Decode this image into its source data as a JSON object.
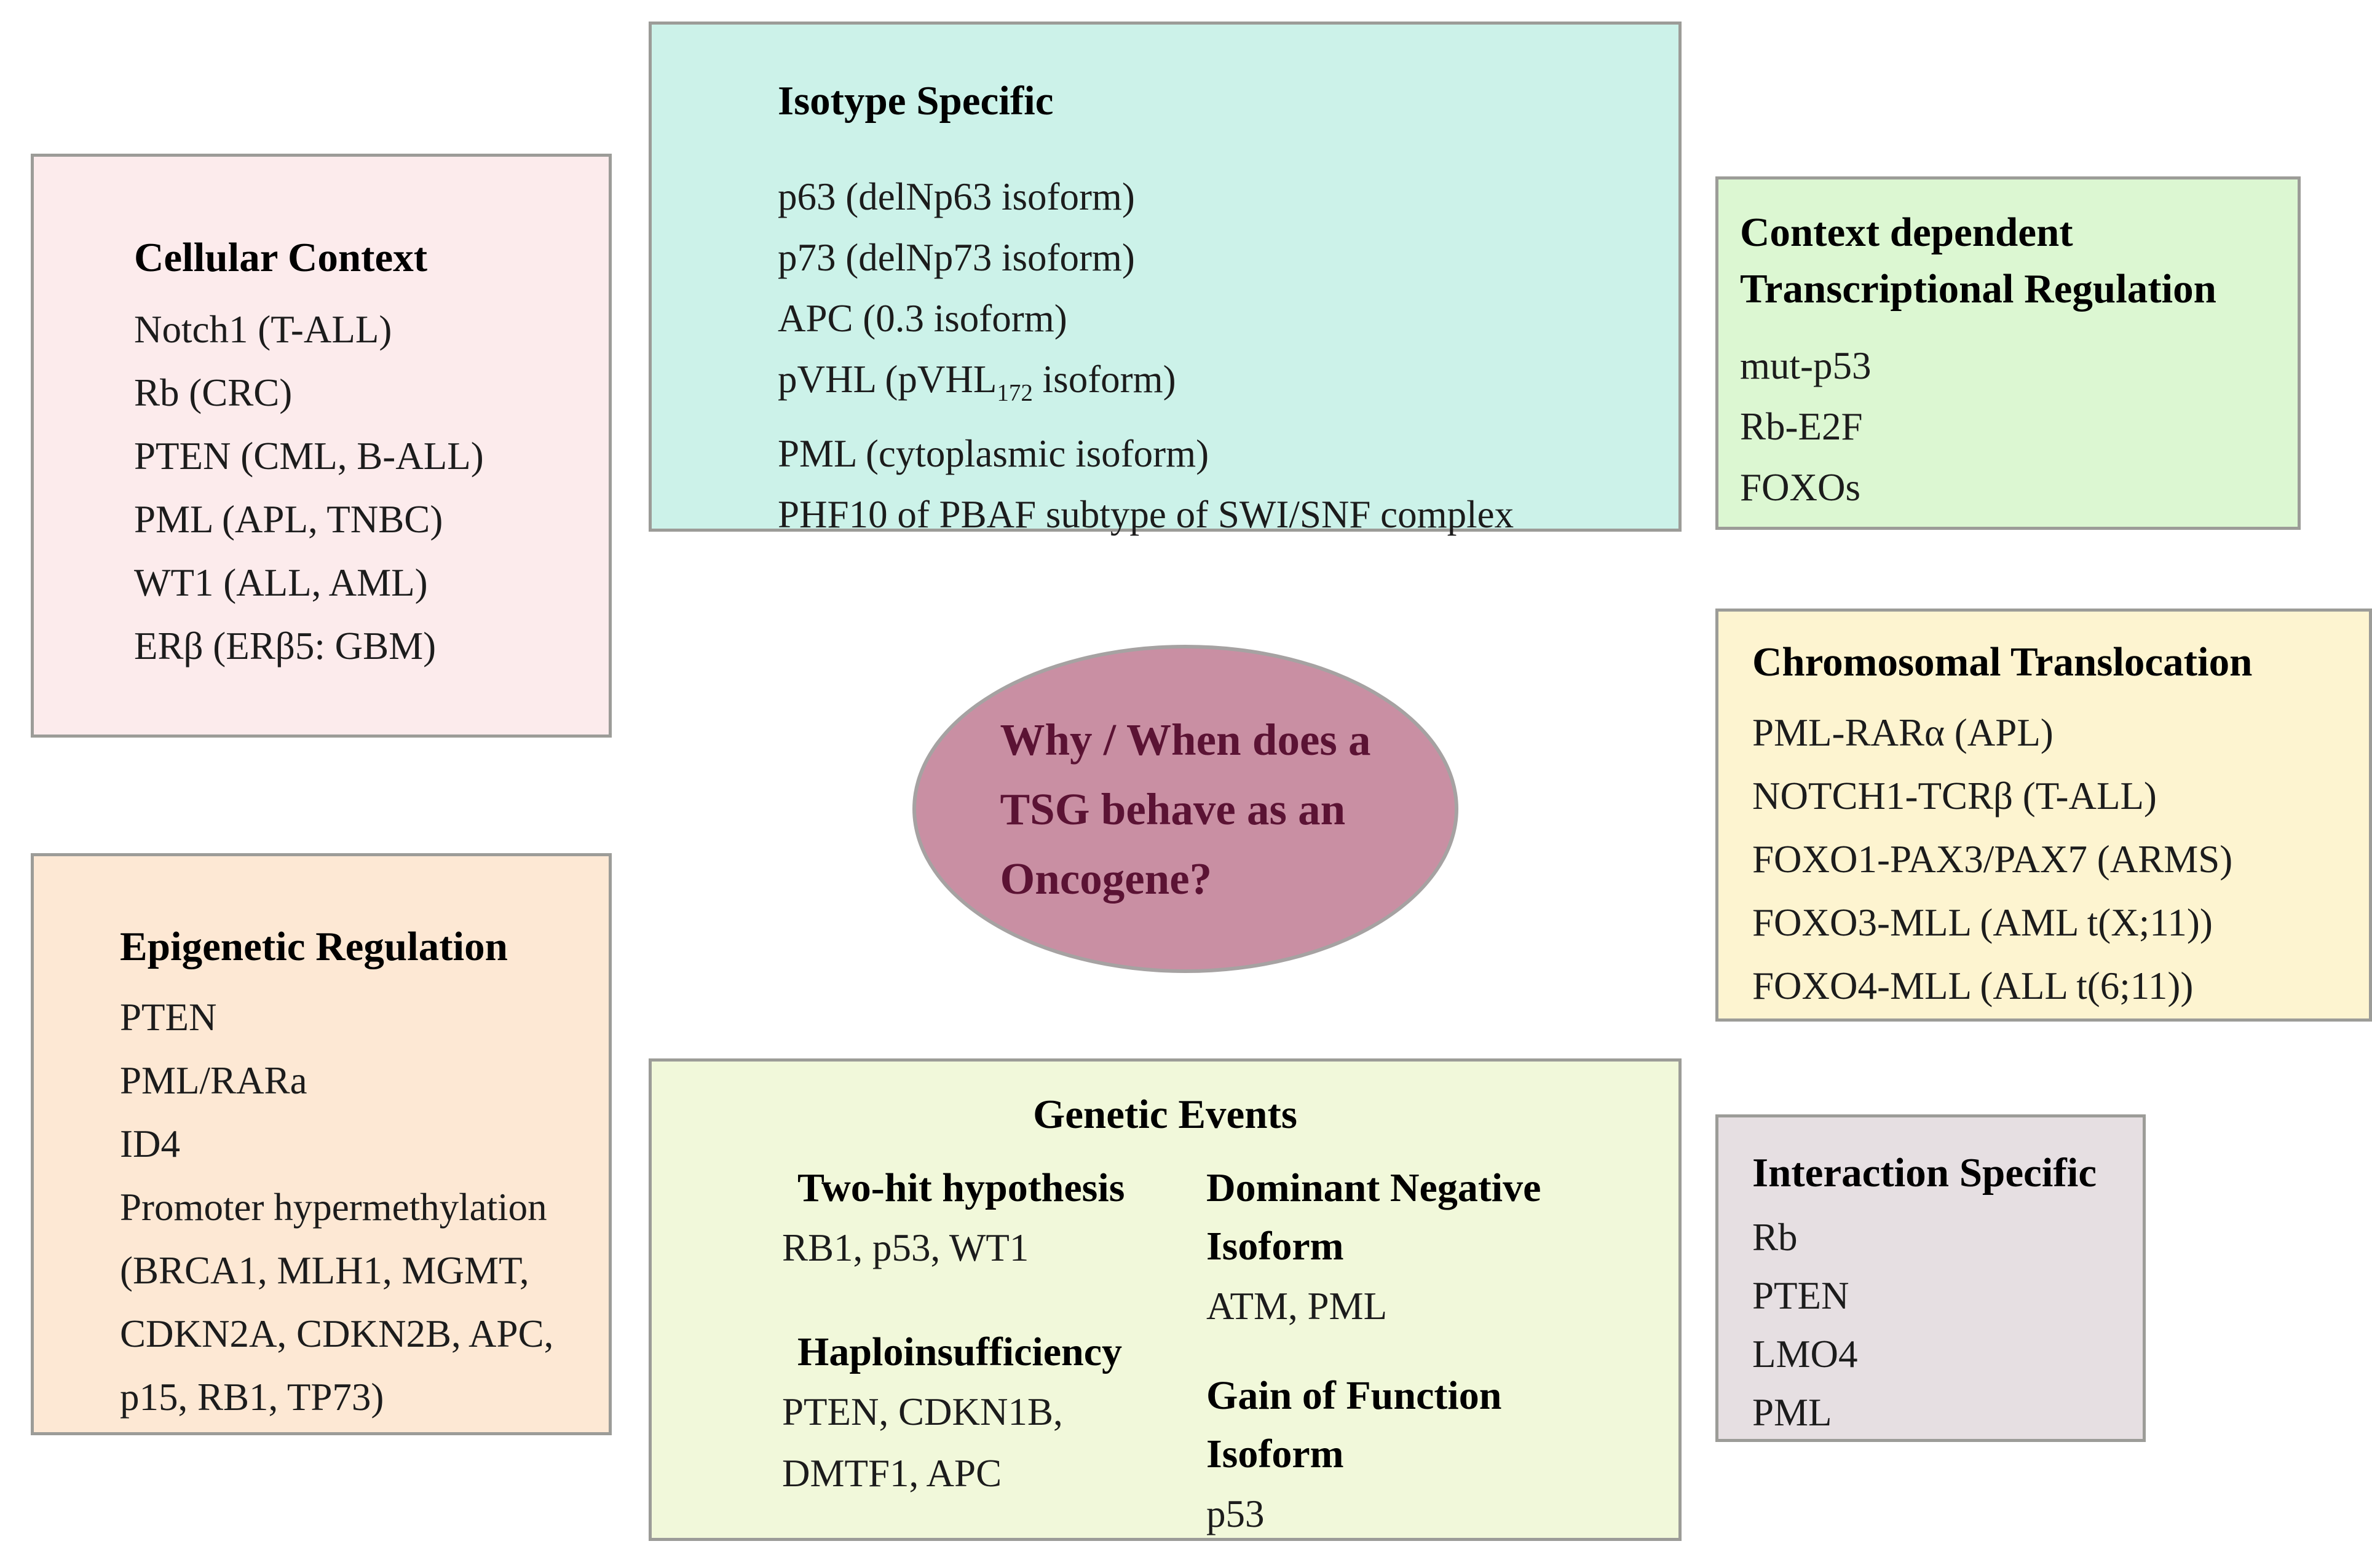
{
  "figure": {
    "central_question": "Why / When does a\nTSG behave as an\nOncogene?"
  },
  "colors": {
    "cellular_context_bg": "#fcebec",
    "isotype_specific_bg": "#ccf2e9",
    "context_dependent_bg": "#dcf7d2",
    "chromosomal_translocation_bg": "#fdf4d0",
    "epigenetic_regulation_bg": "#fde8d4",
    "genetic_events_bg": "#f1f8da",
    "interaction_specific_bg": "#e6dfe2",
    "ellipse_bg": "#c98fa3",
    "ellipse_text": "#5b1334",
    "box_border": "#9c9c98"
  },
  "boxes": {
    "cellular_context": {
      "title": "Cellular Context",
      "items": [
        "Notch1 (T-ALL)",
        "Rb (CRC)",
        "PTEN (CML, B-ALL)",
        "PML (APL, TNBC)",
        "WT1 (ALL, AML)",
        "ERβ (ERβ5: GBM)"
      ]
    },
    "isotype_specific": {
      "title": "Isotype Specific",
      "items": [
        "p63 (delNp63 isoform)",
        "p73 (delNp73 isoform)",
        "APC (0.3 isoform)"
      ],
      "pvhl_line": {
        "pre": "pVHL (pVHL",
        "sub": "172",
        "post": " isoform)"
      },
      "items_after": [
        "PML (cytoplasmic isoform)",
        "PHF10 of PBAF subtype of SWI/SNF complex"
      ]
    },
    "context_dependent": {
      "title": "Context dependent\nTranscriptional Regulation",
      "items": [
        "mut-p53",
        "Rb-E2F",
        "FOXOs"
      ]
    },
    "chromosomal_translocation": {
      "title": "Chromosomal Translocation",
      "items": [
        "PML-RARα (APL)",
        "NOTCH1-TCRβ (T-ALL)",
        "FOXO1-PAX3/PAX7 (ARMS)",
        "FOXO3-MLL (AML t(X;11))",
        "FOXO4-MLL (ALL t(6;11))"
      ]
    },
    "epigenetic_regulation": {
      "title": "Epigenetic Regulation",
      "items": [
        "PTEN",
        "PML/RARa",
        "ID4",
        "Promoter hypermethylation\n(BRCA1, MLH1, MGMT,\nCDKN2A, CDKN2B, APC,\np15, RB1, TP73)"
      ]
    },
    "genetic_events": {
      "title": "Genetic Events",
      "left": [
        {
          "heading": "Two-hit hypothesis",
          "genes": "RB1, p53, WT1"
        },
        {
          "heading": "Haploinsufficiency",
          "genes": "PTEN, CDKN1B,\nDMTF1, APC"
        }
      ],
      "right": [
        {
          "heading": "Dominant Negative\nIsoform",
          "genes": "ATM, PML"
        },
        {
          "heading": "Gain of Function\nIsoform",
          "genes": "p53"
        }
      ]
    },
    "interaction_specific": {
      "title": "Interaction Specific",
      "items": [
        "Rb",
        "PTEN",
        "LMO4",
        "PML"
      ]
    }
  }
}
